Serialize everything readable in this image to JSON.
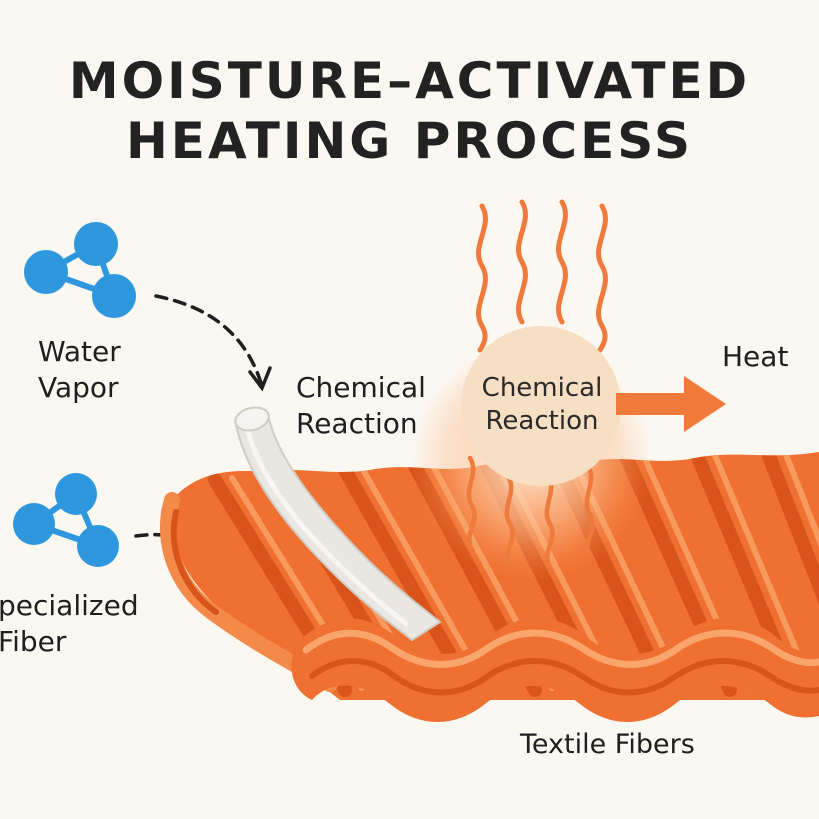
{
  "title": {
    "line1": "MOISTURE–ACTIVATED",
    "line2": "HEATING PROCESS"
  },
  "labels": {
    "water_vapor": [
      "Water",
      "Vapor"
    ],
    "specialized_fiber": [
      "pecialized",
      "Fiber"
    ],
    "chemical_reaction": [
      "Chemical",
      "Reaction"
    ],
    "circle_text": [
      "Chemical",
      "Reaction"
    ],
    "heat": "Heat",
    "textile_fibers": "Textile Fibers"
  },
  "icons": {
    "molecule_top": "molecule-icon",
    "molecule_bottom": "molecule-icon",
    "heat_waves": "heat-wave-icon",
    "heat_arrow": "arrow-right-icon",
    "dashed_arrows": "dashed-curved-arrow-icon"
  },
  "colors": {
    "background": "#fbf8f2",
    "title": "#222222",
    "molecule_blue": "#2e97dd",
    "fabric_orange": "#ef7030",
    "fabric_dark": "#d9541a",
    "fabric_light": "#f79a5e",
    "reaction_circle": "#f6dfc2",
    "heat_wave": "#ee7a3c",
    "fiber_white": "#e9e7e1"
  }
}
